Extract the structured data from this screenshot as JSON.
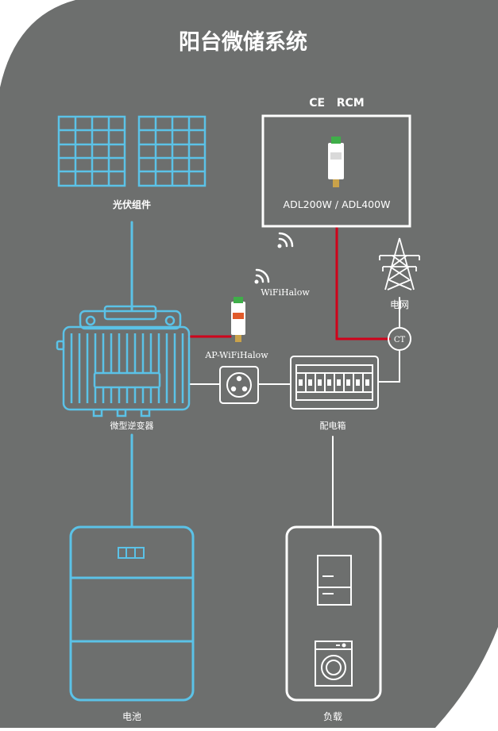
{
  "title": "阳台微储系统",
  "labels": {
    "pv": "光伏组件",
    "certs": "CE   RCM",
    "meter_model": "ADL200W / ADL400W",
    "grid": "电网",
    "wifi": "WiFiHalow",
    "ap": "AP-WiFiHalow",
    "ct": "CT",
    "inverter": "微型逆变器",
    "distribution_box": "配电箱",
    "battery": "电池",
    "load": "负载"
  },
  "colors": {
    "background": "#6d6f6e",
    "frame": "#ffffff",
    "accent_blue": "#5bc2e7",
    "accent_red": "#d0021b",
    "line_white": "#ffffff"
  },
  "icons": [
    "solar-panel-icon",
    "meter-icon",
    "wifi-icon",
    "transmission-tower-icon",
    "ct-sensor-icon",
    "inverter-icon",
    "socket-icon",
    "breaker-panel-icon",
    "battery-icon",
    "fridge-icon",
    "washing-machine-icon"
  ]
}
